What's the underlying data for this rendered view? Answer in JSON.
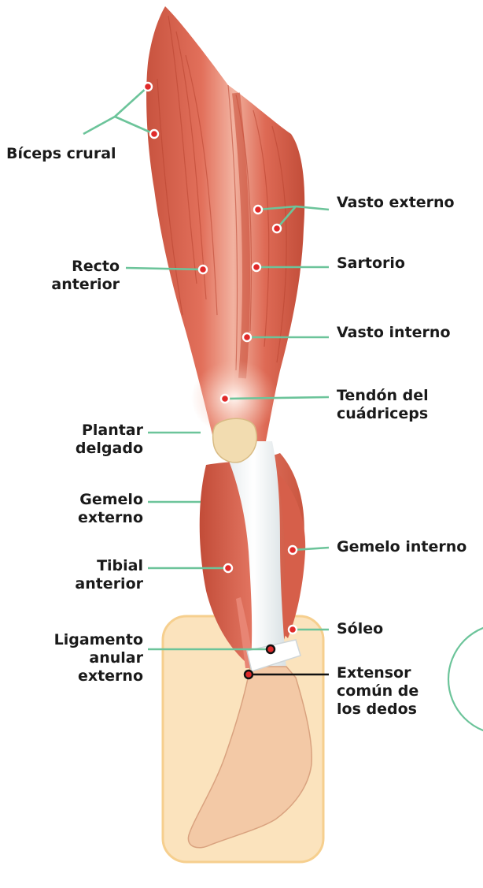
{
  "colors": {
    "leader": "#6cc49a",
    "muscle": "#d9634f",
    "muscle_light": "#f0a996",
    "muscle_dark": "#b84632",
    "tendon": "#eef2f3",
    "patella": "#f2dcb0",
    "foot": "#f3c9a6",
    "foot_box": "#fbe3bd",
    "foot_box_border": "#f6cf8e",
    "pin": "#e02a2a"
  },
  "labels": {
    "biceps_crural": "Bíceps crural",
    "vasto_externo": "Vasto externo",
    "recto_anterior": [
      "Recto",
      "anterior"
    ],
    "sartorio": "Sartorio",
    "vasto_interno": "Vasto interno",
    "tendon_cuadriceps": [
      "Tendón del",
      "cuádriceps"
    ],
    "plantar_delgado": [
      "Plantar",
      "delgado"
    ],
    "gemelo_externo": [
      "Gemelo",
      "externo"
    ],
    "gemelo_interno": "Gemelo interno",
    "tibial_anterior": [
      "Tibial",
      "anterior"
    ],
    "soleo": "Sóleo",
    "extensor_comun": [
      "Extensor",
      "común de",
      "los dedos"
    ],
    "ligamento_anular": [
      "Ligamento",
      "anular",
      "externo"
    ]
  }
}
